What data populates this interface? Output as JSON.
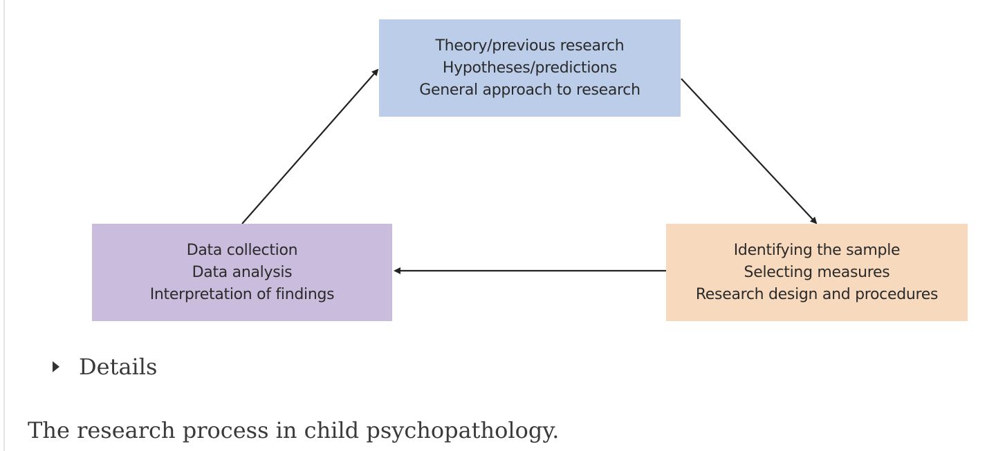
{
  "diagram": {
    "boxes": {
      "top": {
        "lines": [
          "Theory/previous research",
          "Hypotheses/predictions",
          "General approach to research"
        ],
        "color": "#bccde9"
      },
      "right": {
        "lines": [
          "Identifying the sample",
          "Selecting measures",
          "Research design and procedures"
        ],
        "color": "#f7d9bd"
      },
      "left": {
        "lines": [
          "Data collection",
          "Data analysis",
          "Interpretation of findings"
        ],
        "color": "#cabcdd"
      }
    },
    "arrow_color": "#222222",
    "flow": [
      "top",
      "right",
      "left",
      "top"
    ]
  },
  "details": {
    "label": "Details"
  },
  "caption": "The research process in child psychopathology."
}
